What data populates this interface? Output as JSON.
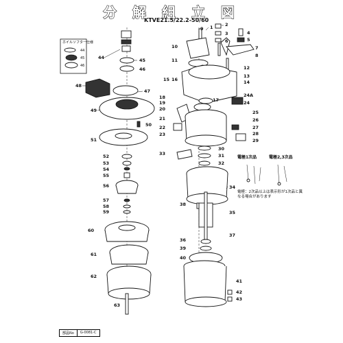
{
  "title": "分 解 組 立 図",
  "model": "KTVE21.5/22.2-50/60",
  "inset_left": {
    "label": "ホイルソフター仕様",
    "rows": [
      "44",
      "45",
      "46"
    ]
  },
  "callouts_left": [
    "44",
    "45",
    "46",
    "47",
    "48",
    "49",
    "50",
    "51",
    "52",
    "53",
    "54",
    "55",
    "56",
    "57",
    "58",
    "59",
    "60",
    "61",
    "62",
    "63"
  ],
  "callouts_right": [
    "1",
    "2",
    "3",
    "4",
    "5",
    "6",
    "7",
    "8",
    "9",
    "10",
    "11",
    "12",
    "13",
    "14",
    "15",
    "16",
    "17",
    "18",
    "19",
    "20",
    "21",
    "22",
    "23",
    "24",
    "24A",
    "25",
    "26",
    "27",
    "28",
    "29",
    "30",
    "31",
    "32",
    "33",
    "34",
    "35",
    "36",
    "37",
    "38",
    "39",
    "40",
    "41",
    "42",
    "43"
  ],
  "electrode_1": "電極1次品",
  "electrode_2": "電極2,3次品",
  "electrode_note": "電極：2次品以上は表示形が1次品と異なる場合があります",
  "footer": [
    "部品No",
    "G-0081-C"
  ]
}
